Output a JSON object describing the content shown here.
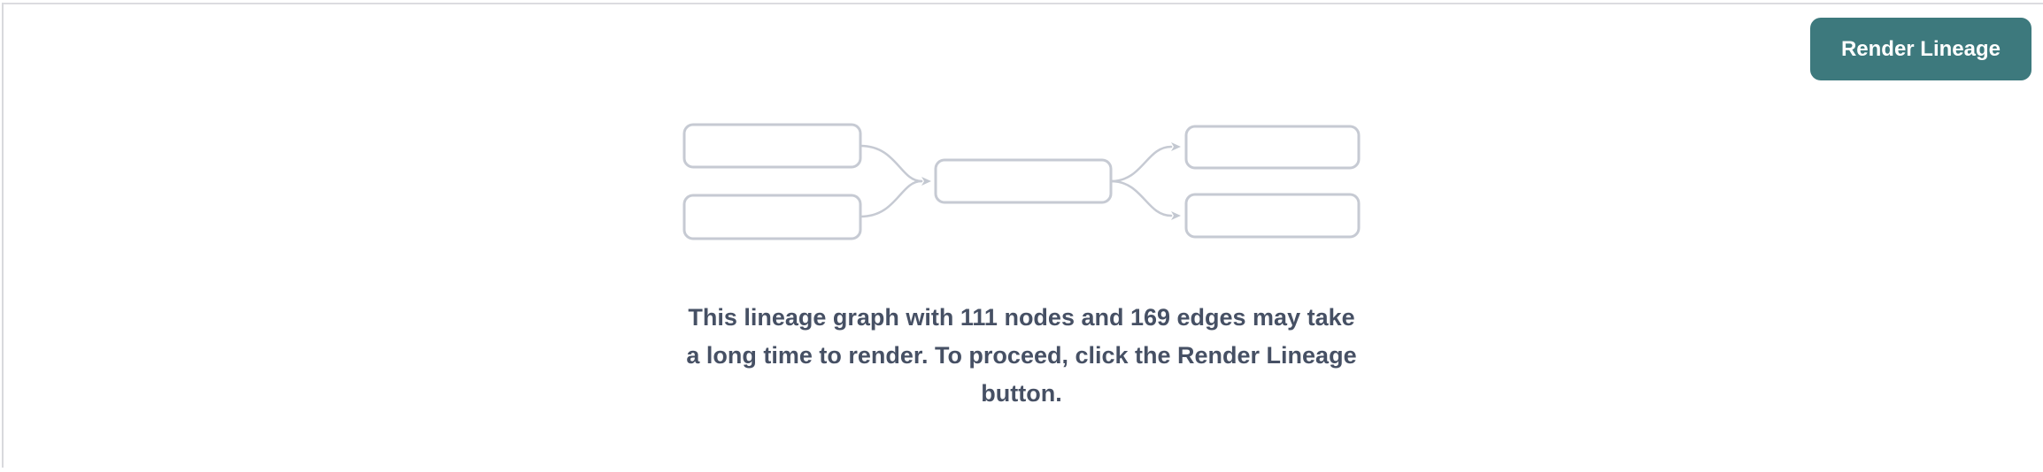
{
  "header": {
    "render_button_label": "Render Lineage"
  },
  "message": {
    "full_text": "This lineage graph with 111 nodes and 169 edges may take a long time to render. To proceed, click the Render Lineage button.",
    "lines": [
      "This lineage graph with 111 nodes and 169 edges may take",
      "a long time to render. To proceed, click the Render Lineage",
      "button."
    ],
    "node_count": 111,
    "edge_count": 169
  },
  "diagram": {
    "icon": "lineage-graph-placeholder",
    "placeholder_node_count": 5,
    "placeholder_edge_count": 4
  },
  "colors": {
    "button_background": "#3d797d",
    "button_text": "#ffffff",
    "message_text": "#465064",
    "placeholder_stroke": "#c6cad3",
    "panel_border": "#dcdce0"
  }
}
